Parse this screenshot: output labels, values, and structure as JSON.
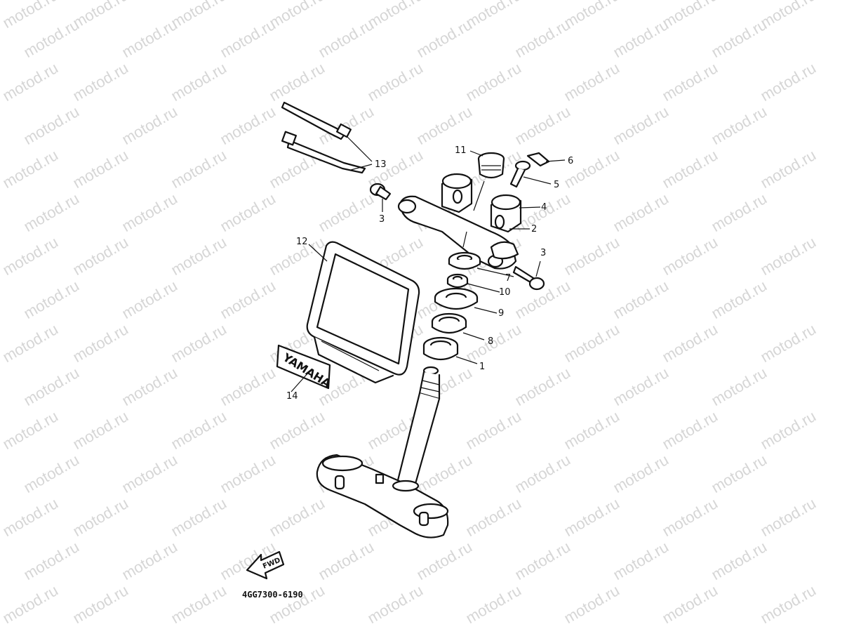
{
  "watermark": "motod.ru",
  "part_code": "4GG7300-6190",
  "fwd_label": "FWD",
  "brand_label": "YAMAHA",
  "callouts": [
    {
      "num": "1"
    },
    {
      "num": "2"
    },
    {
      "num": "3"
    },
    {
      "num": "3"
    },
    {
      "num": "4"
    },
    {
      "num": "5"
    },
    {
      "num": "6"
    },
    {
      "num": "7"
    },
    {
      "num": "8"
    },
    {
      "num": "9"
    },
    {
      "num": "10"
    },
    {
      "num": "11"
    },
    {
      "num": "12"
    },
    {
      "num": "13"
    },
    {
      "num": "14"
    }
  ]
}
